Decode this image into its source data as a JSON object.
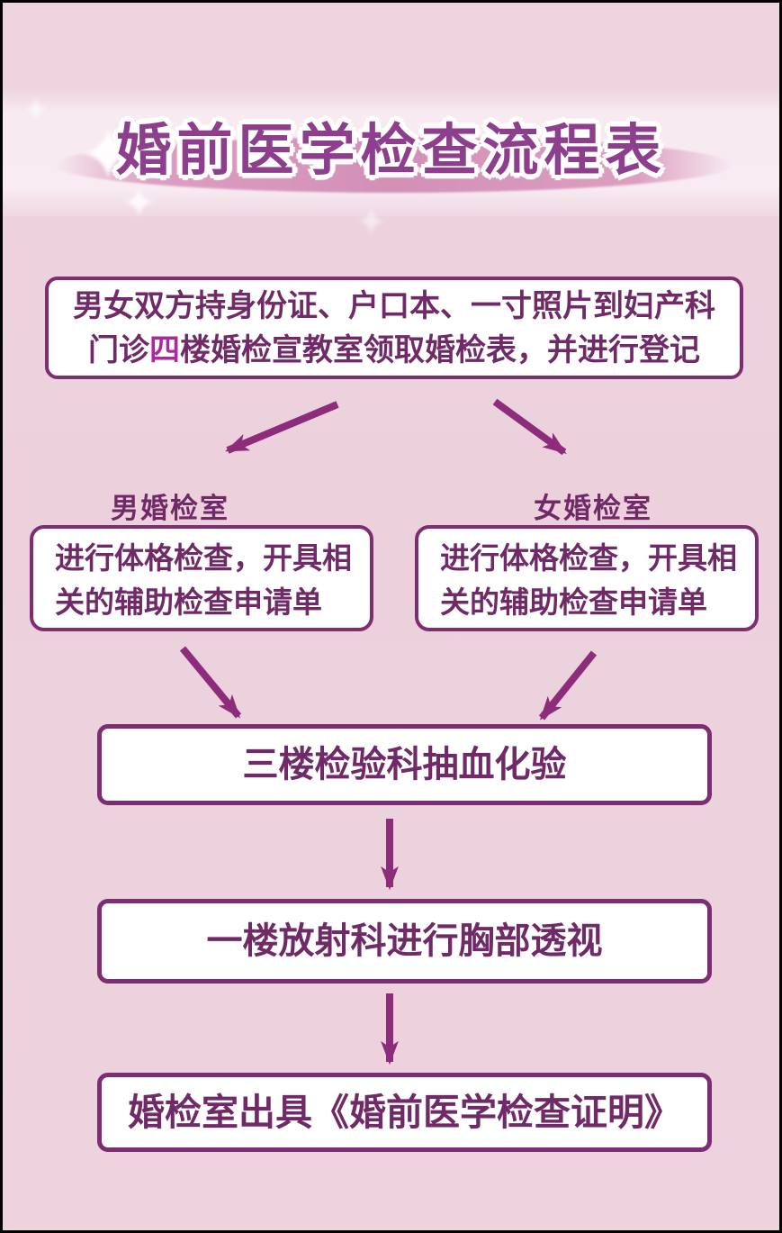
{
  "page": {
    "title": "婚前医学检查流程表"
  },
  "icons": {
    "sparkle": "✦"
  },
  "flow": {
    "intro": {
      "line1": "男女双方持身份证、户口本、一寸照片到妇产科",
      "line2_prefix": "门诊",
      "line2_highlight": "四",
      "line2_suffix": "楼婚检宣教室领取婚检表，并进行登记"
    },
    "male_room": {
      "label": "男婚检室",
      "line1": "进行体格检查，开具相",
      "line2": "关的辅助检查申请单"
    },
    "female_room": {
      "label": "女婚检室",
      "line1": "进行体格检查，开具相",
      "line2": "关的辅助检查申请单"
    },
    "lab": "三楼检验科抽血化验",
    "radiology": "一楼放射科进行胸部透视",
    "certificate": "婚检室出具《婚前医学检查证明》"
  },
  "colors": {
    "page_bg": "#ecd1dc",
    "banner_bg": "#f7e9f0",
    "ellipse_pink": "#dc9ec1",
    "title_purple": "#8d3e8c",
    "ink_purple": "#702a68",
    "border_purple": "#7d2d72",
    "arrow_purple": "#8e2c7c",
    "highlight_magenta": "#aa2b9c",
    "box_bg": "#ffffff",
    "frame_black": "#000000"
  }
}
